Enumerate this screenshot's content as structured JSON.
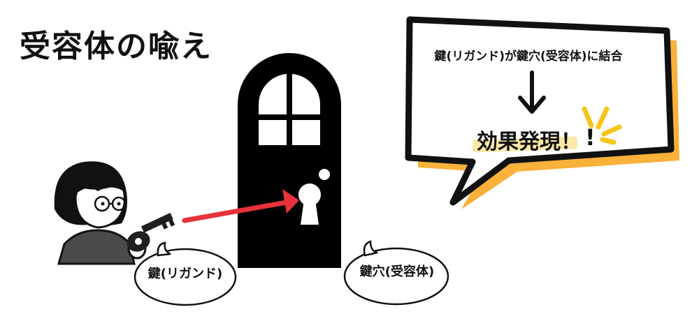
{
  "title": "受容体の喩え",
  "speech_bubble": {
    "text": "鍵(リガンド)が鍵穴(受容体)に結合",
    "effect": "効果発現！",
    "effect_exclaim": "!"
  },
  "labels": {
    "key": "鍵(リガンド)",
    "keyhole": "鍵穴(受容体)"
  },
  "icons": {
    "arrow": "red-arrow-icon",
    "key": "key-icon",
    "door": "door-icon",
    "down": "down-arrow-icon"
  },
  "colors": {
    "arrow": "#e8323a",
    "bubble_shadow": "#f9b13a",
    "highlight": "#fde9a5",
    "sparkle": "#f7c51b"
  }
}
